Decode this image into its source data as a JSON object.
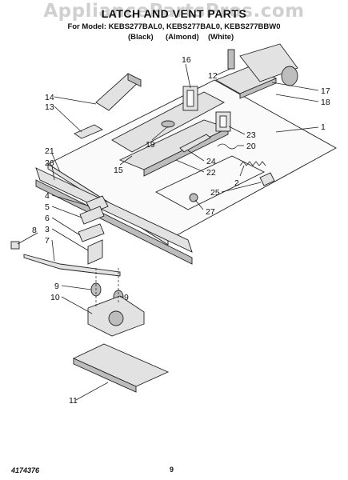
{
  "watermark": "AppliancePartsPros.com",
  "header": {
    "title": "LATCH AND VENT PARTS",
    "models": "For Model: KEBS277BAL0, KEBS277BAL0, KEBS277BBW0",
    "color_labels": [
      "(Black)",
      "(Almond)",
      "(White)"
    ]
  },
  "callouts": [
    "16",
    "12",
    "14",
    "13",
    "17",
    "18",
    "19",
    "23",
    "1",
    "20",
    "21",
    "26",
    "24",
    "22",
    "15",
    "2",
    "25",
    "4",
    "27",
    "5",
    "6",
    "3",
    "8",
    "7",
    "9",
    "9",
    "10",
    "11"
  ],
  "footer": {
    "code": "4174376",
    "page": "9"
  }
}
